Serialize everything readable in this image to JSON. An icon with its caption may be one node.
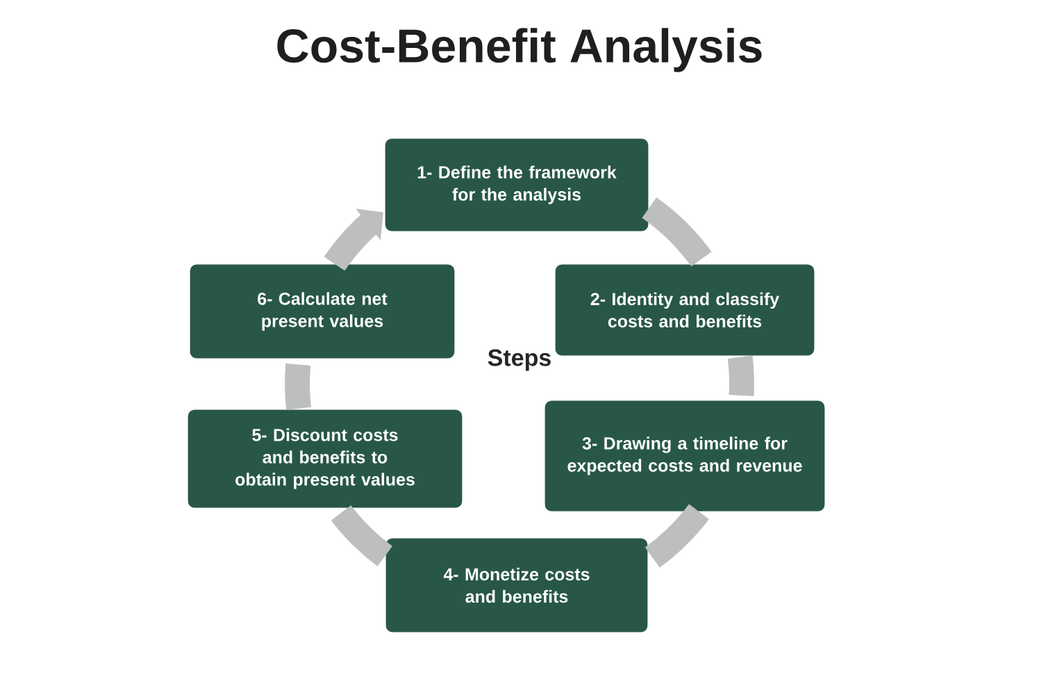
{
  "diagram": {
    "title": "Cost-Benefit Analysis",
    "nodes": [
      {
        "text": [
          "1- Define the framework for the analysis"
        ]
      },
      {
        "text": [
          "2- Identity and classify costs and benefits"
        ]
      },
      {
        "text": [
          "3- Drawing a timeline for expected costs and revenue"
        ]
      },
      {
        "text": [
          "4- Monetize costs and benefits"
        ]
      },
      {
        "text": [
          "5- Discount costs and benefits to obtain present values"
        ]
      },
      {
        "text": [
          "6- Calculate net present values"
        ]
      }
    ],
    "edges": [
      {
        "from": 0,
        "to": 1,
        "arrow": "none"
      },
      {
        "from": 1,
        "to": 2,
        "arrow": "none"
      },
      {
        "from": 2,
        "to": 3,
        "arrow": "none"
      },
      {
        "from": 3,
        "to": 4,
        "arrow": "none"
      },
      {
        "from": 4,
        "to": 5,
        "arrow": "none"
      },
      {
        "from": 5,
        "to": 0,
        "arrow": "to"
      }
    ],
    "labels": [
      "Steps"
    ]
  }
}
